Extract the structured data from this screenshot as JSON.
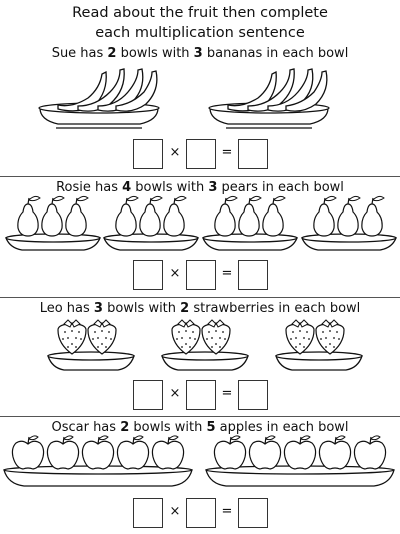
{
  "title": {
    "line1": "Read about the fruit then complete",
    "line2": "each multiplication sentence"
  },
  "operators": {
    "times": "×",
    "equals": "="
  },
  "sections": [
    {
      "pre": "Sue has ",
      "bowls": "2",
      "mid": " bowls with ",
      "count": "3",
      "post": " bananas in each bowl",
      "fruit": "banana"
    },
    {
      "pre": "Rosie has ",
      "bowls": "4",
      "mid": " bowls with ",
      "count": "3",
      "post": " pears in each bowl",
      "fruit": "pear"
    },
    {
      "pre": "Leo has ",
      "bowls": "3",
      "mid": " bowls with ",
      "count": "2",
      "post": " strawberries in each bowl",
      "fruit": "strawberry"
    },
    {
      "pre": "Oscar has ",
      "bowls": "2",
      "mid": " bowls with ",
      "count": "5",
      "post": " apples in each bowl",
      "fruit": "apple"
    }
  ]
}
